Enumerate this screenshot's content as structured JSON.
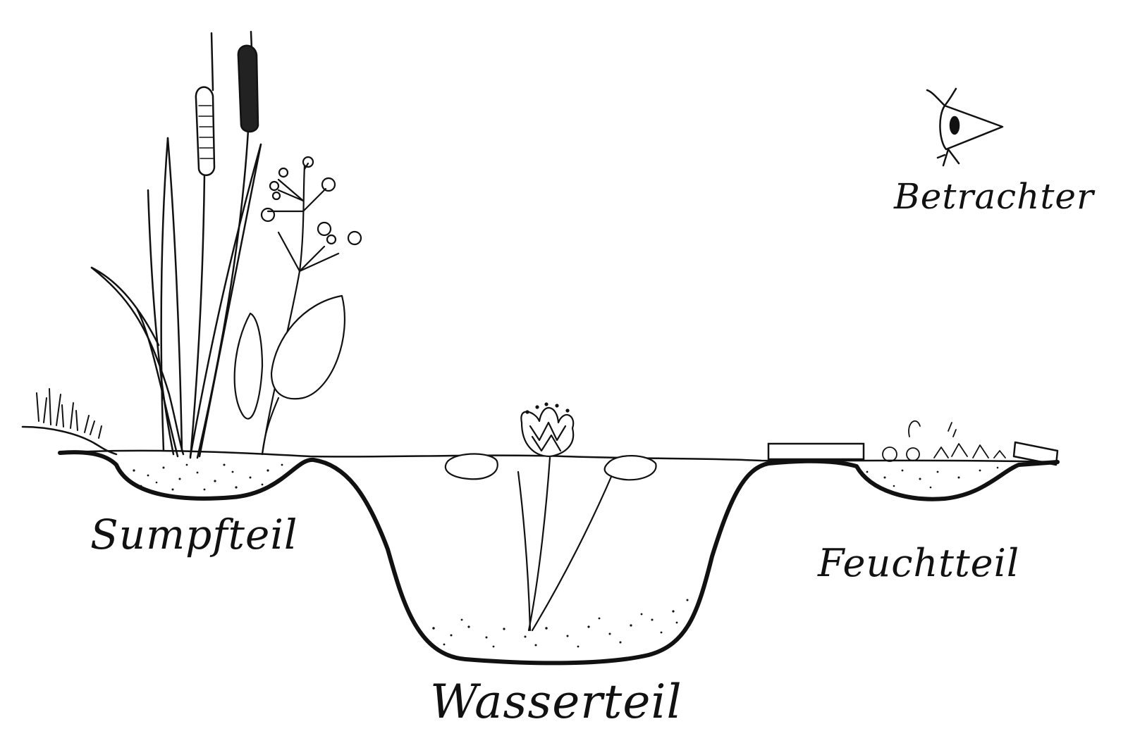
{
  "labels": {
    "viewer": "Betrachter",
    "swamp_zone": "Sumpfteil",
    "water_zone": "Wasserteil",
    "wet_zone": "Feuchtteil"
  },
  "colors": {
    "ink": "#111111",
    "background": "#ffffff"
  },
  "icons": [
    "eye-icon",
    "cattail-icon",
    "flowering-rush-icon",
    "water-lily-icon",
    "moss-icon"
  ]
}
